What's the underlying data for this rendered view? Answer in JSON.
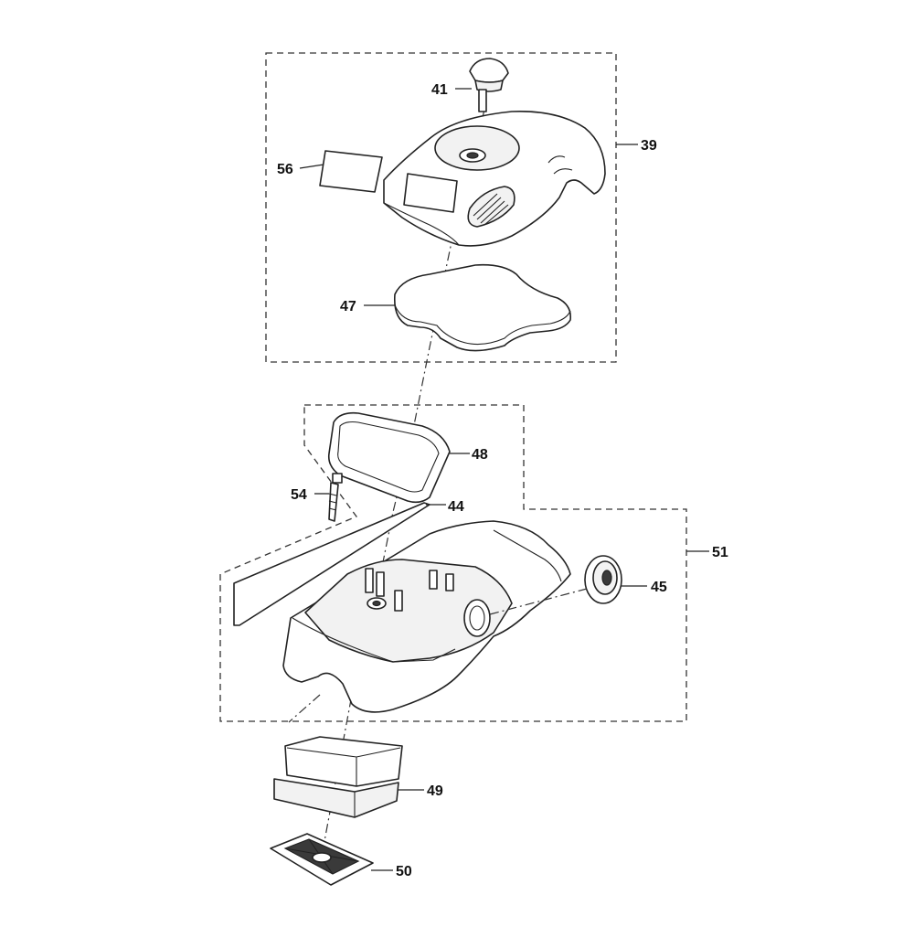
{
  "callouts": {
    "c39": "39",
    "c41": "41",
    "c56": "56",
    "c47": "47",
    "c48": "48",
    "c54": "54",
    "c44": "44",
    "c51": "51",
    "c45": "45",
    "c49": "49",
    "c50": "50"
  },
  "colors": {
    "line": "#222222",
    "background": "#ffffff",
    "shade": "#f2f2f2"
  }
}
